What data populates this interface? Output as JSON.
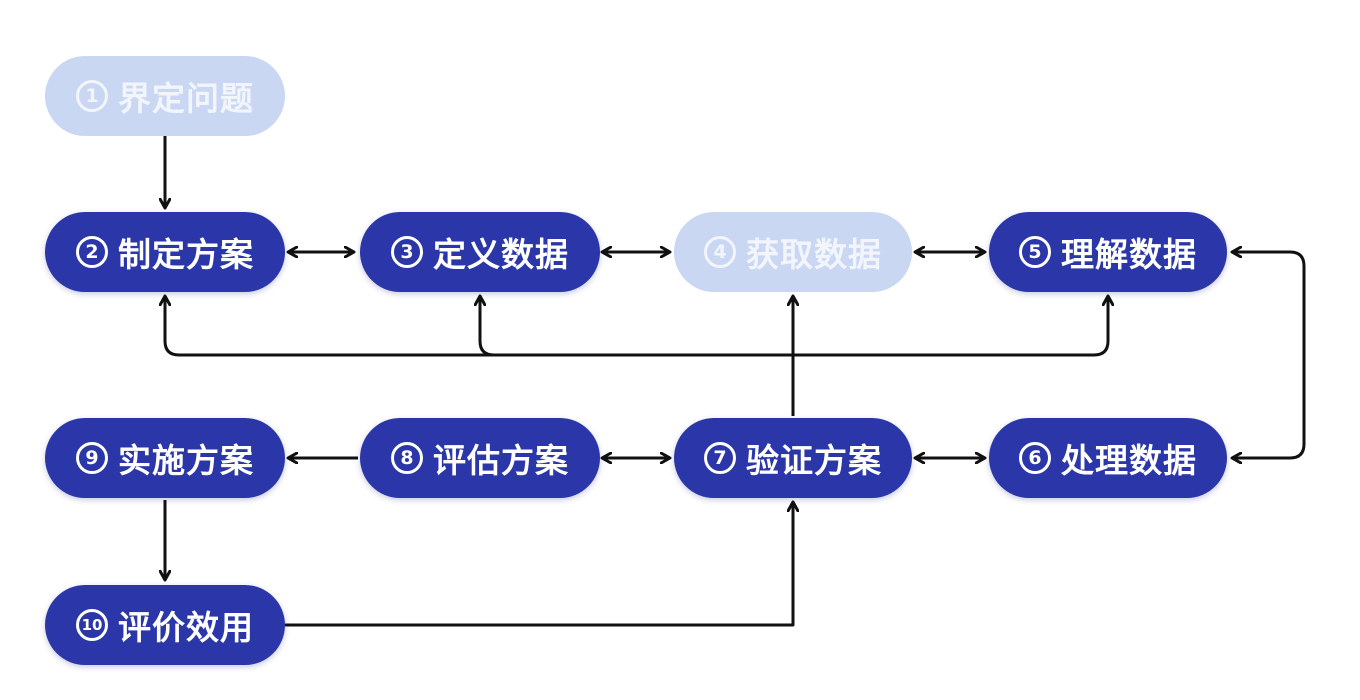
{
  "colors": {
    "active": "#2b37a8",
    "faded": "#c9d7f3",
    "arrow": "#111111"
  },
  "nodes": {
    "n1": {
      "num": "1",
      "label": "界定问题",
      "state": "faded"
    },
    "n2": {
      "num": "2",
      "label": "制定方案",
      "state": "active"
    },
    "n3": {
      "num": "3",
      "label": "定义数据",
      "state": "active"
    },
    "n4": {
      "num": "4",
      "label": "获取数据",
      "state": "faded"
    },
    "n5": {
      "num": "5",
      "label": "理解数据",
      "state": "active"
    },
    "n6": {
      "num": "6",
      "label": "处理数据",
      "state": "active"
    },
    "n7": {
      "num": "7",
      "label": "验证方案",
      "state": "active"
    },
    "n8": {
      "num": "8",
      "label": "评估方案",
      "state": "active"
    },
    "n9": {
      "num": "9",
      "label": "实施方案",
      "state": "active"
    },
    "n10": {
      "num": "10",
      "label": "评价效用",
      "state": "active"
    }
  },
  "edges": [
    {
      "from": "界定问题",
      "to": "制定方案",
      "direction": "one-way"
    },
    {
      "from": "制定方案",
      "to": "定义数据",
      "direction": "two-way"
    },
    {
      "from": "定义数据",
      "to": "获取数据",
      "direction": "two-way"
    },
    {
      "from": "获取数据",
      "to": "理解数据",
      "direction": "two-way"
    },
    {
      "from": "理解数据",
      "to": "处理数据",
      "direction": "two-way"
    },
    {
      "from": "处理数据",
      "to": "验证方案",
      "direction": "two-way"
    },
    {
      "from": "验证方案",
      "to": "评估方案",
      "direction": "two-way"
    },
    {
      "from": "评估方案",
      "to": "实施方案",
      "direction": "one-way"
    },
    {
      "from": "实施方案",
      "to": "评价效用",
      "direction": "one-way"
    },
    {
      "from": "评价效用",
      "to": "验证方案",
      "direction": "one-way"
    },
    {
      "from": "验证方案",
      "to": "制定方案",
      "direction": "one-way"
    },
    {
      "from": "验证方案",
      "to": "定义数据",
      "direction": "one-way"
    },
    {
      "from": "验证方案",
      "to": "获取数据",
      "direction": "one-way"
    },
    {
      "from": "验证方案",
      "to": "理解数据",
      "direction": "one-way"
    }
  ]
}
